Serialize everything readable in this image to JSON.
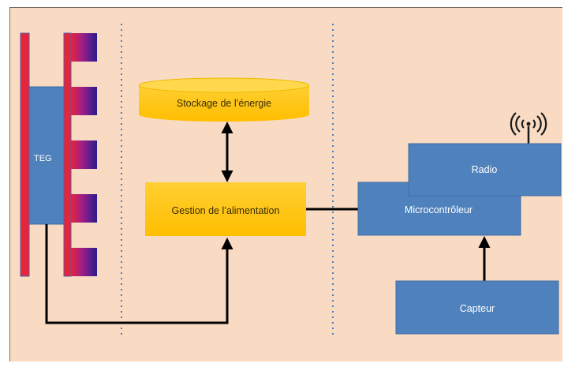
{
  "diagram": {
    "teg_label": "TEG",
    "storage_label": "Stockage de l’énergie",
    "power_label": "Gestion de l’alimentation",
    "mcu_label": "Microcontrôleur",
    "radio_label": "Radio",
    "sensor_label": "Capteur"
  },
  "colors": {
    "background": "#f9dbc3",
    "red_plate": "#e8243a",
    "teg_block": "#4f81bd",
    "yellow_block": "#ffc000",
    "blue_block": "#4f81bd",
    "divider": "#4a7fc1",
    "connector": "#000000"
  }
}
